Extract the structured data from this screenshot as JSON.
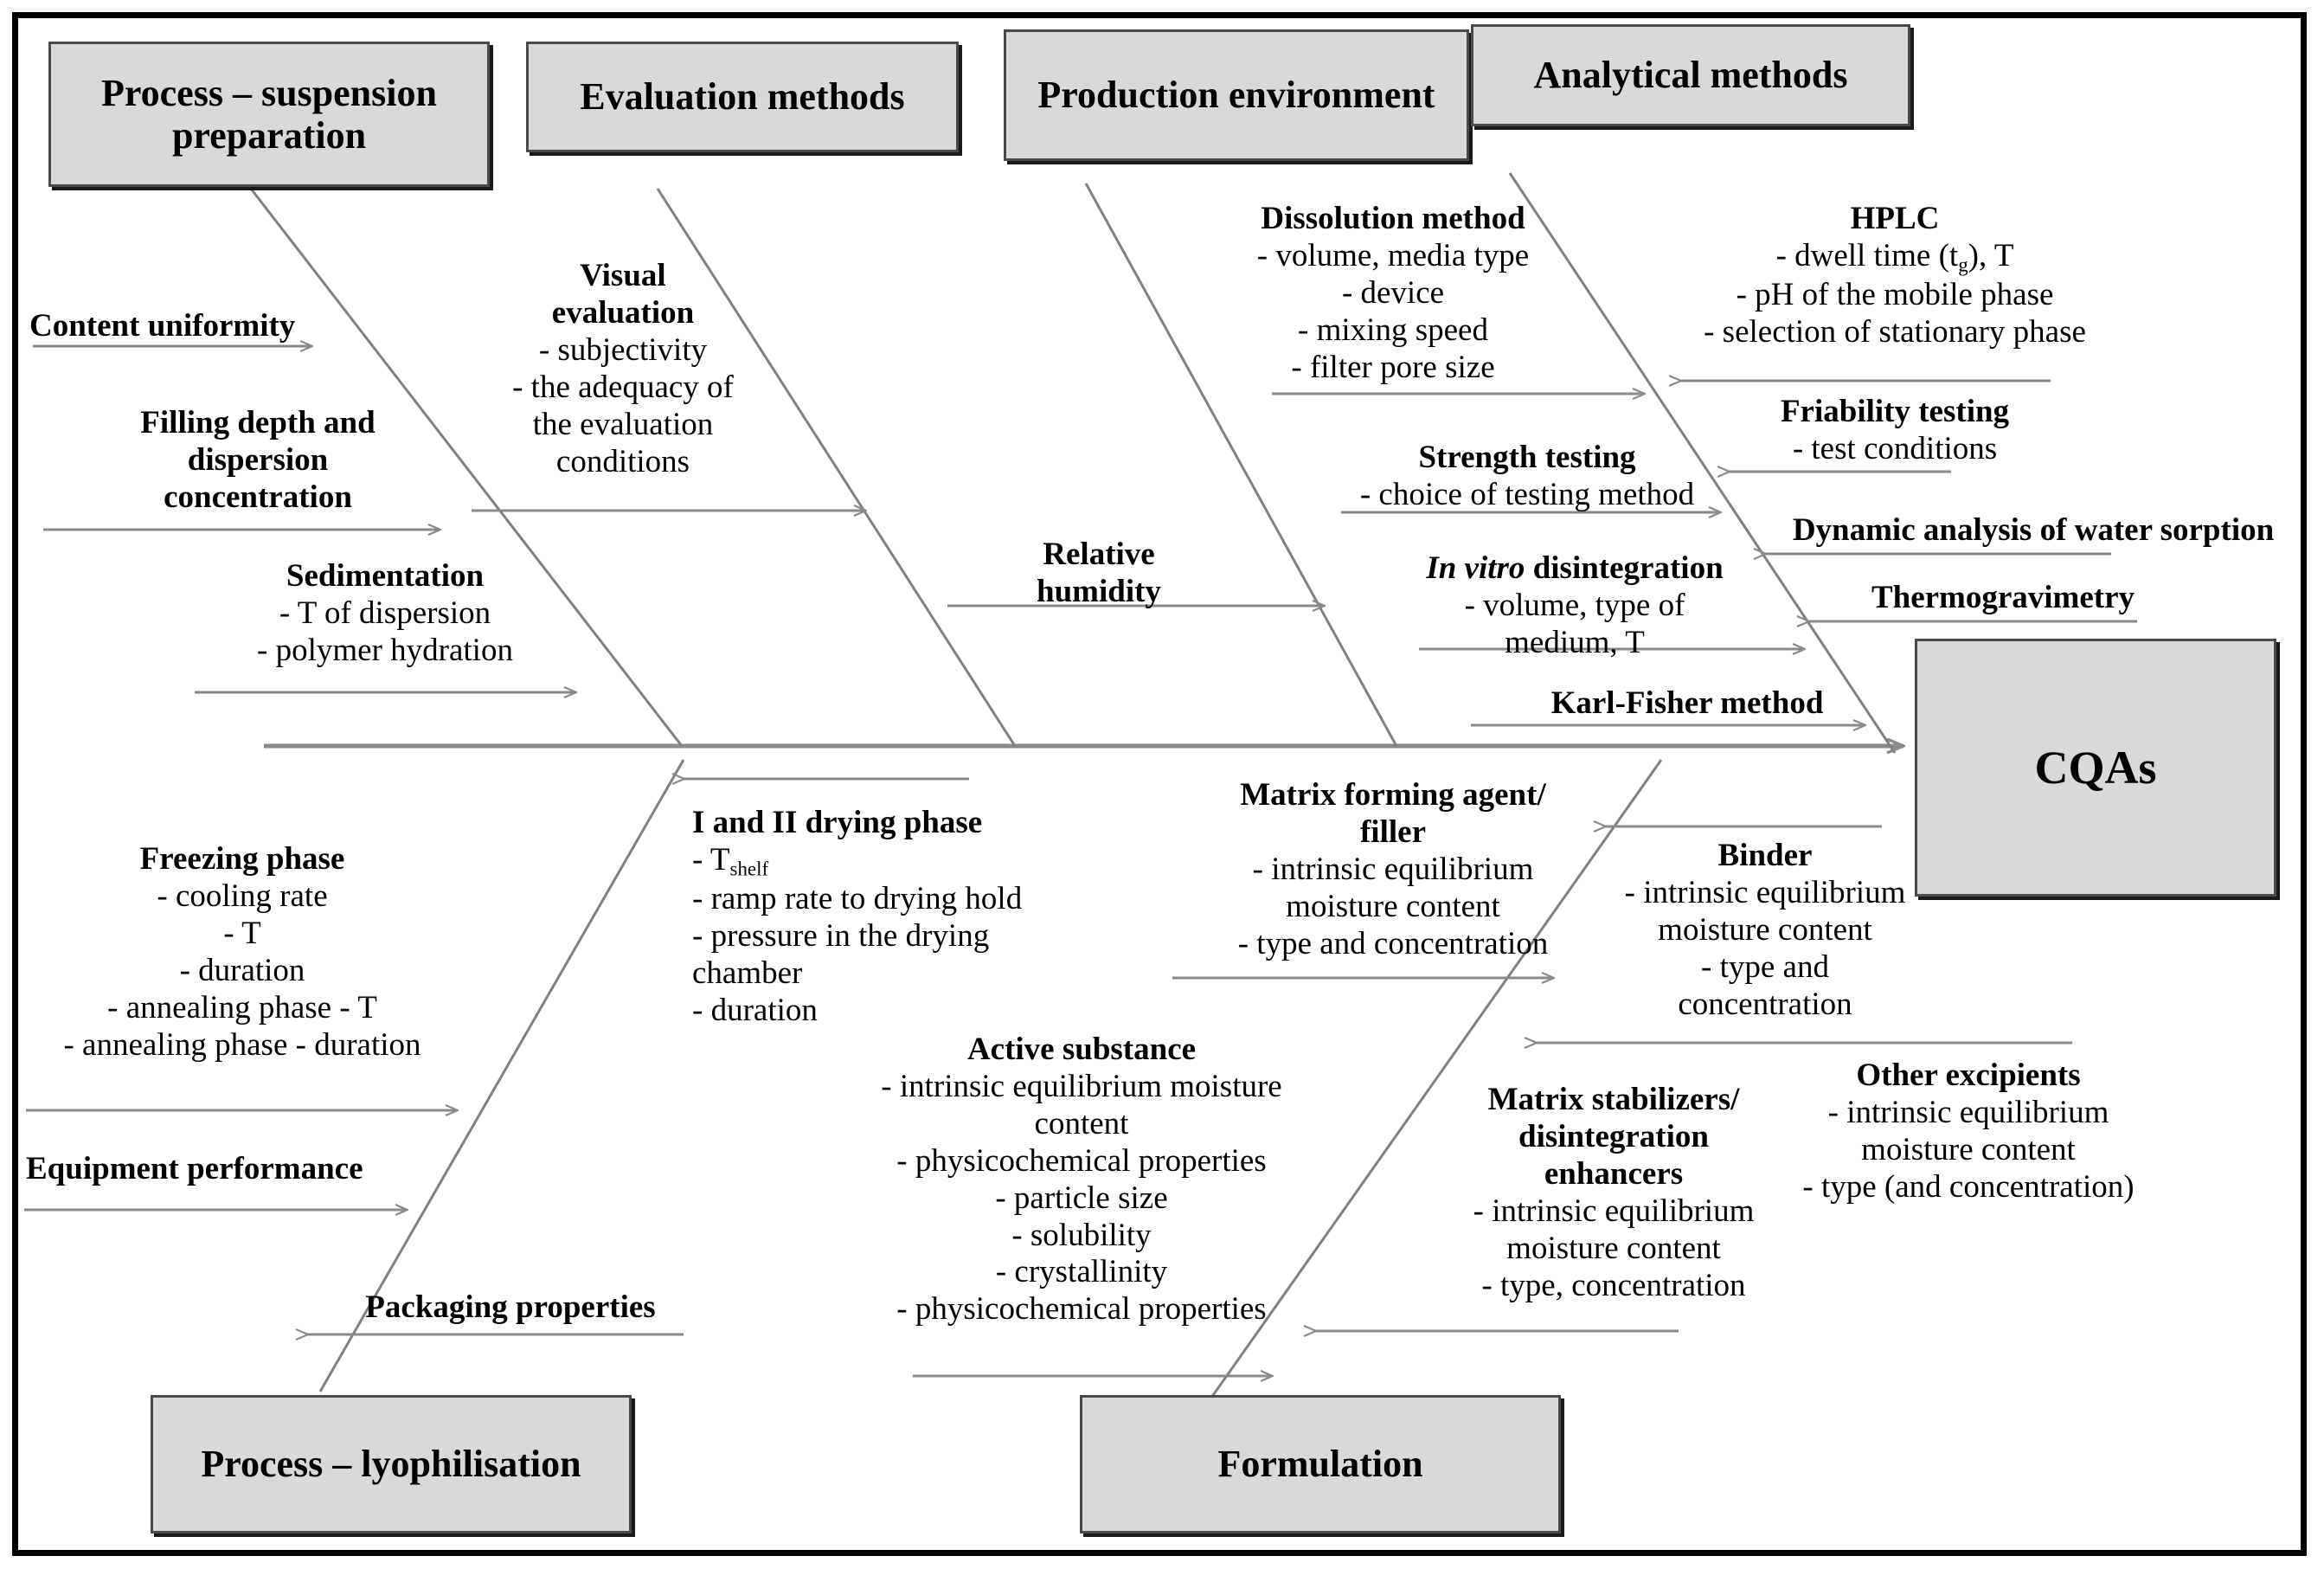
{
  "diagram": {
    "type": "ishikawa-fishbone",
    "effect_label": "CQAs",
    "colors": {
      "box_fill": "#d9d9d9",
      "box_border": "#4a4a4a",
      "box_shadow": "#1a1a1a",
      "line": "#808080",
      "spine": "#808080",
      "frame": "#000000",
      "text": "#000000"
    }
  },
  "categories": {
    "top": [
      {
        "id": "process-suspension-preparation",
        "label": "Process – suspension preparation"
      },
      {
        "id": "evaluation-methods",
        "label": "Evaluation methods"
      },
      {
        "id": "production-environment",
        "label": "Production environment"
      },
      {
        "id": "analytical-methods",
        "label": "Analytical methods"
      }
    ],
    "bottom": [
      {
        "id": "process-lyophilisation",
        "label": "Process – lyophilisation"
      },
      {
        "id": "formulation",
        "label": "Formulation"
      }
    ]
  },
  "causes": {
    "content_uniformity": {
      "head": "Content uniformity",
      "lines": []
    },
    "filling_depth": {
      "head_l1": "Filling depth and",
      "head_l2": "dispersion",
      "head_l3": "concentration",
      "lines": []
    },
    "sedimentation": {
      "head": "Sedimentation",
      "lines": [
        "- T of dispersion",
        "- polymer hydration"
      ]
    },
    "visual_evaluation": {
      "head_l1": "Visual",
      "head_l2": "evaluation",
      "lines": [
        "- subjectivity",
        "- the adequacy of",
        "the evaluation",
        "conditions"
      ]
    },
    "relative_humidity": {
      "head_l1": "Relative",
      "head_l2": "humidity",
      "lines": []
    },
    "dissolution_method": {
      "head": "Dissolution method",
      "lines": [
        "- volume, media type",
        "- device",
        "- mixing speed",
        "- filter pore size"
      ]
    },
    "strength_testing": {
      "head": "Strength testing",
      "lines": [
        "- choice of testing method"
      ]
    },
    "in_vitro_disintegration": {
      "head_italic": "In vitro",
      "head_rest": " disintegration",
      "lines": [
        "- volume, type of",
        "medium, T"
      ]
    },
    "hplc": {
      "head": "HPLC",
      "line1_pre": "- dwell time (t",
      "line1_sub": "g",
      "line1_post": "), T",
      "lines": [
        "- pH of the mobile phase",
        "- selection of stationary phase"
      ]
    },
    "friability_testing": {
      "head": "Friability testing",
      "lines": [
        "- test conditions"
      ]
    },
    "dynamic_water_sorption": {
      "head": "Dynamic analysis of water sorption",
      "lines": []
    },
    "thermogravimetry": {
      "head": "Thermogravimetry",
      "lines": []
    },
    "karl_fisher": {
      "head": "Karl-Fisher method",
      "lines": []
    },
    "freezing_phase": {
      "head": "Freezing phase",
      "lines": [
        "- cooling rate",
        "- T",
        "- duration",
        "- annealing phase - T",
        "- annealing phase - duration"
      ]
    },
    "equipment_performance": {
      "head": "Equipment performance",
      "lines": []
    },
    "packaging_properties": {
      "head": "Packaging properties",
      "lines": []
    },
    "drying_phase": {
      "head": "I and II drying phase",
      "line1_pre": "- T",
      "line1_sub": "shelf",
      "lines": [
        "- ramp rate to drying hold",
        "- pressure in the drying",
        "chamber",
        "- duration"
      ]
    },
    "active_substance": {
      "head": "Active substance",
      "lines": [
        "- intrinsic equilibrium moisture",
        "content",
        "- physicochemical properties",
        "- particle size",
        "- solubility",
        "- crystallinity",
        "- physicochemical properties"
      ]
    },
    "matrix_forming_agent": {
      "head_l1": "Matrix forming agent/",
      "head_l2": "filler",
      "lines": [
        "- intrinsic equilibrium",
        "moisture content",
        "- type and concentration"
      ]
    },
    "matrix_stabilizers": {
      "head_l1": "Matrix stabilizers/",
      "head_l2": "disintegration",
      "head_l3": "enhancers",
      "lines": [
        "- intrinsic equilibrium",
        "moisture content",
        "- type, concentration"
      ]
    },
    "binder": {
      "head": "Binder",
      "lines": [
        "- intrinsic equilibrium",
        "moisture content",
        "- type and",
        "concentration"
      ]
    },
    "other_excipients": {
      "head": "Other excipients",
      "lines": [
        "- intrinsic equilibrium",
        "moisture content",
        "- type (and concentration)"
      ]
    }
  }
}
